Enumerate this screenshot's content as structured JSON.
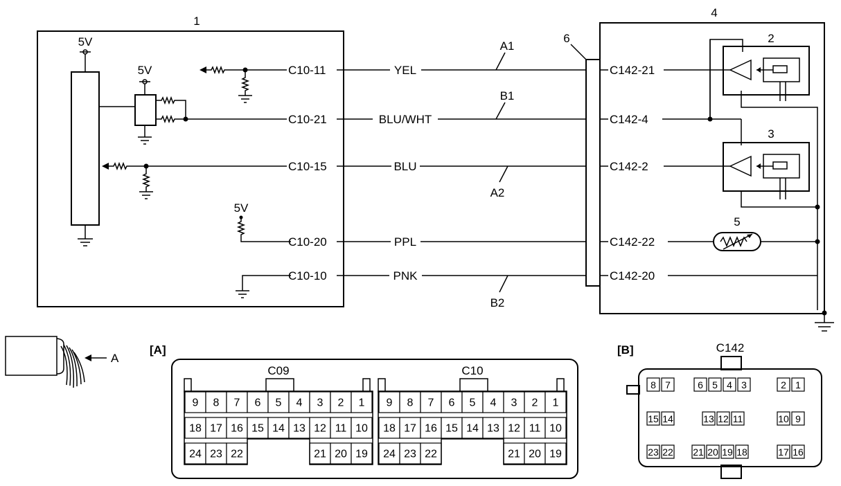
{
  "callouts": {
    "ecm": "1",
    "sensor_a": "2",
    "sensor_b": "3",
    "module": "4",
    "thermistor": "5",
    "connector": "6"
  },
  "supply": {
    "v5": "5V"
  },
  "wires": [
    {
      "ecm_pin": "C10-11",
      "color": "YEL",
      "circuit": "A1",
      "module_pin": "C142-21"
    },
    {
      "ecm_pin": "C10-21",
      "color": "BLU/WHT",
      "circuit": "B1",
      "module_pin": "C142-4"
    },
    {
      "ecm_pin": "C10-15",
      "color": "BLU",
      "circuit": "A2",
      "module_pin": "C142-2"
    },
    {
      "ecm_pin": "C10-20",
      "color": "PPL",
      "circuit": "",
      "module_pin": "C142-22"
    },
    {
      "ecm_pin": "C10-10",
      "color": "PNK",
      "circuit": "B2",
      "module_pin": "C142-20"
    }
  ],
  "view": {
    "arrow": "A"
  },
  "views": {
    "a": "[A]",
    "b": "[B]"
  },
  "connector_a": {
    "left": {
      "name": "C09",
      "row1": [
        "9",
        "8",
        "7",
        "6",
        "5",
        "4",
        "3",
        "2",
        "1"
      ],
      "row2": [
        "18",
        "17",
        "16",
        "15",
        "14",
        "13",
        "12",
        "11",
        "10"
      ],
      "row3_left": [
        "24",
        "23",
        "22"
      ],
      "row3_right": [
        "21",
        "20",
        "19"
      ]
    },
    "right": {
      "name": "C10",
      "row1": [
        "9",
        "8",
        "7",
        "6",
        "5",
        "4",
        "3",
        "2",
        "1"
      ],
      "row2": [
        "18",
        "17",
        "16",
        "15",
        "14",
        "13",
        "12",
        "11",
        "10"
      ],
      "row3_left": [
        "24",
        "23",
        "22"
      ],
      "row3_right": [
        "21",
        "20",
        "19"
      ]
    }
  },
  "connector_b": {
    "name": "C142",
    "row1": [
      [
        "8",
        "7"
      ],
      [
        "6",
        "5",
        "4",
        "3"
      ],
      [
        "2",
        "1"
      ]
    ],
    "row2": [
      [
        "15",
        "14"
      ],
      [
        "13",
        "12",
        "11"
      ],
      [
        "10",
        "9"
      ]
    ],
    "row3": [
      [
        "23",
        "22"
      ],
      [
        "21",
        "20",
        "19",
        "18"
      ],
      [
        "17",
        "16"
      ]
    ]
  }
}
